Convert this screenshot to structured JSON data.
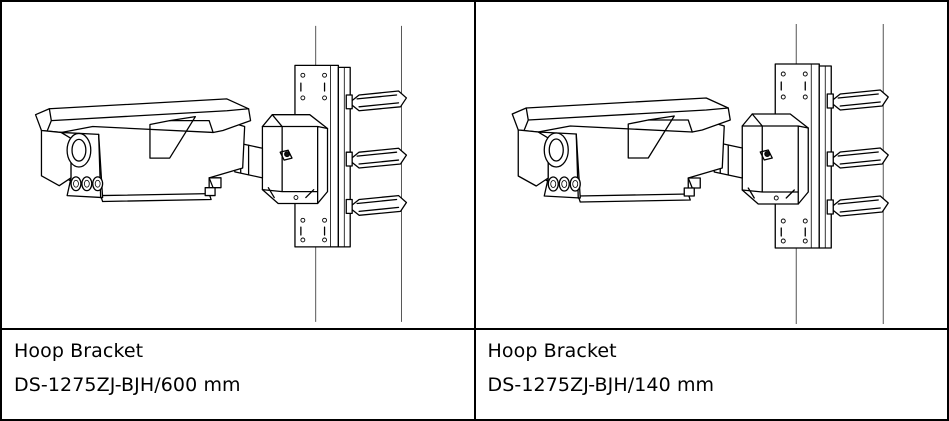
{
  "panels": [
    {
      "title": "Hoop Bracket",
      "model": "DS-1275ZJ-BJH/600 mm"
    },
    {
      "title": "Hoop Bracket",
      "model": "DS-1275ZJ-BJH/140 mm"
    }
  ]
}
